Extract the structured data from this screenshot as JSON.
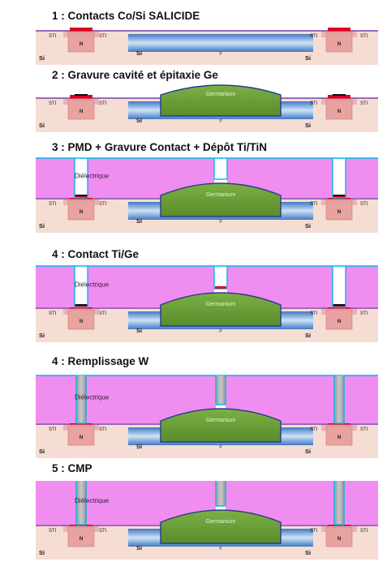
{
  "steps": [
    {
      "title": "1 : Contacts Co/Si SALICIDE"
    },
    {
      "title": "2 : Gravure cavité et épitaxie Ge"
    },
    {
      "title": "3 : PMD + Gravure Contact + Dépôt Ti/TiN"
    },
    {
      "title": "4 : Contact Ti/Ge"
    },
    {
      "title": "4 : Remplissage W"
    },
    {
      "title": "5 : CMP"
    }
  ],
  "labels": {
    "sti": "STI",
    "si": "Si",
    "n": "N",
    "p": "P",
    "germanium": "Germanium",
    "dielectric": "Diélectrique"
  },
  "colors": {
    "substrate": "#f6ddd3",
    "n_region": "#e8a2a0",
    "n_region_edge": "#c97c7a",
    "silicide": "#e0001a",
    "germanium": "#6ea03a",
    "germanium_edge": "#2a3a8a",
    "dielectric": "#f08df0",
    "liner": "#00b8e8",
    "tungsten": "#a9a9a9",
    "top_line": "#7a3fb0",
    "p_well_blue": "#5b8ed0"
  }
}
